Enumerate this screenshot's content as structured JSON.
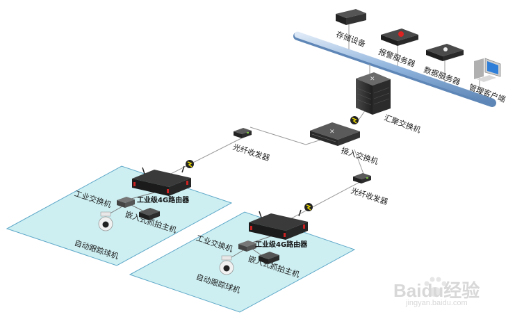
{
  "labels": {
    "storage": "存储设备",
    "alarm_server": "报警服务器",
    "data_server": "数据服务器",
    "mgmt_client": "管理客户端",
    "core_switch": "汇聚交换机",
    "access_switch": "接入交换机",
    "fiber_left": "光纤收发器",
    "fiber_right": "光纤收发器",
    "router_left": "工业级4G路由器",
    "router_right": "工业级4G路由器",
    "ind_switch_left": "工业交换机",
    "ind_switch_right": "工业交换机",
    "capture_left": "嵌入式抓拍主机",
    "capture_right": "嵌入式抓拍主机",
    "dome_left": "自动跟踪球机",
    "dome_right": "自动跟踪球机"
  },
  "watermark": {
    "brand": "Baidu经验",
    "url": "jingyan.baidu.com"
  },
  "colors": {
    "backbone": "#8fb3dc",
    "zone_fill": "#cdeff2",
    "zone_stroke": "#5fa8c8",
    "device_dark": "#2c2c2c",
    "bolt": "#e7d400"
  }
}
